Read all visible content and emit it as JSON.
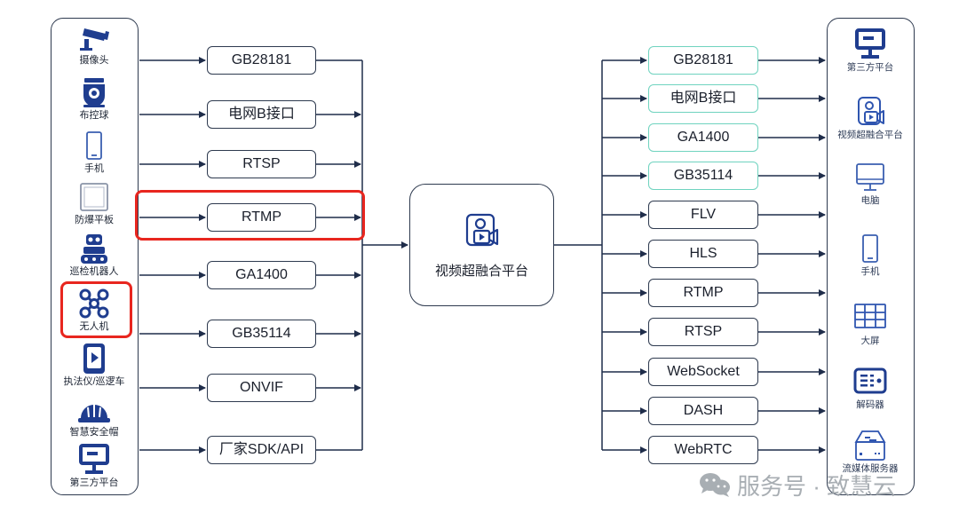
{
  "sources": [
    {
      "label": "摄像头",
      "icon": "camera-icon"
    },
    {
      "label": "布控球",
      "icon": "dome-camera-icon"
    },
    {
      "label": "手机",
      "icon": "phone-icon"
    },
    {
      "label": "防爆平板",
      "icon": "tablet-icon"
    },
    {
      "label": "巡检机器人",
      "icon": "robot-icon"
    },
    {
      "label": "无人机",
      "icon": "drone-icon"
    },
    {
      "label": "执法仪/巡逻车",
      "icon": "body-camera-icon"
    },
    {
      "label": "智慧安全帽",
      "icon": "helmet-icon"
    },
    {
      "label": "第三方平台",
      "icon": "monitor-icon"
    }
  ],
  "input_protocols": [
    "GB28181",
    "电网B接口",
    "RTSP",
    "RTMP",
    "GA1400",
    "GB35114",
    "ONVIF",
    "厂家SDK/API"
  ],
  "hub": {
    "label": "视频超融合平台",
    "icon": "video-fusion-icon"
  },
  "output_protocols": [
    "GB28181",
    "电网B接口",
    "GA1400",
    "GB35114",
    "FLV",
    "HLS",
    "RTMP",
    "RTSP",
    "WebSocket",
    "DASH",
    "WebRTC"
  ],
  "destinations": [
    {
      "label": "第三方平台",
      "icon": "monitor-icon"
    },
    {
      "label": "视频超融合平台",
      "icon": "video-fusion-icon"
    },
    {
      "label": "电脑",
      "icon": "desktop-icon"
    },
    {
      "label": "手机",
      "icon": "phone-icon"
    },
    {
      "label": "大屏",
      "icon": "video-wall-icon"
    },
    {
      "label": "解码器",
      "icon": "decoder-icon"
    },
    {
      "label": "流媒体服务器",
      "icon": "server-icon"
    }
  ],
  "watermark": {
    "text": "服务号 · 致慧云",
    "icon": "wechat-icon"
  },
  "colors": {
    "line": "#1f2d4a",
    "icon": "#1f3d8f",
    "highlight": "#e8261f",
    "teal_border": "#6fd3bf"
  }
}
